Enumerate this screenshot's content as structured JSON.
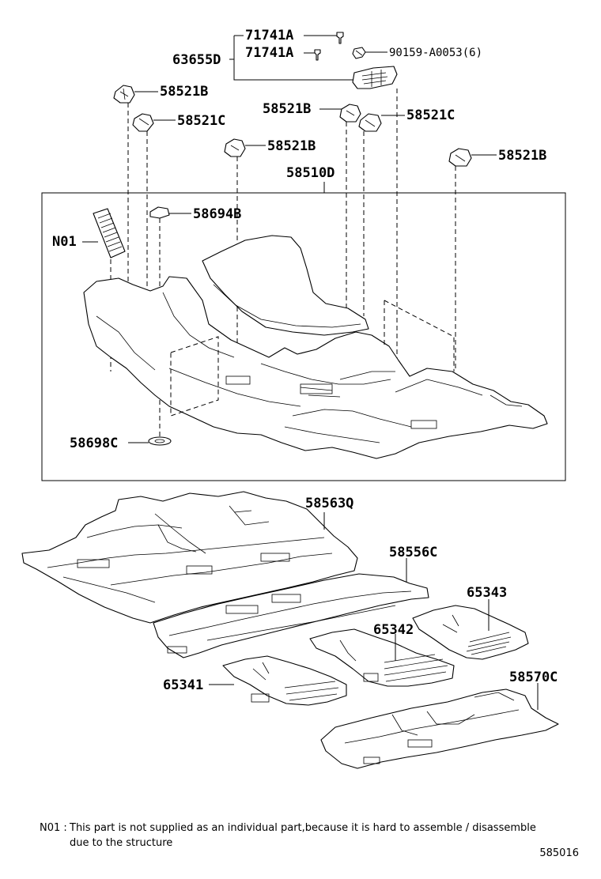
{
  "callouts": {
    "c71741a_1": "71741A",
    "c71741a_2": "71741A",
    "c63655d": "63655D",
    "c90159": "90159-A0053(6)",
    "c58521b_1": "58521B",
    "c58521c_1": "58521C",
    "c58521b_2": "58521B",
    "c58521c_2": "58521C",
    "c58521b_3": "58521B",
    "c58521b_4": "58521B",
    "c58510d": "58510D",
    "c58694b": "58694B",
    "cN01": "N01",
    "c58698c": "58698C",
    "c58563q": "58563Q",
    "c58556c": "58556C",
    "c65343": "65343",
    "c65342": "65342",
    "c65341": "65341",
    "c58570c": "58570C"
  },
  "note": {
    "key": "N01 :",
    "line1": "This part is not supplied as an individual part,because it is hard to assemble / disassemble",
    "line2": "due to the structure"
  },
  "diagram_code": "585016"
}
